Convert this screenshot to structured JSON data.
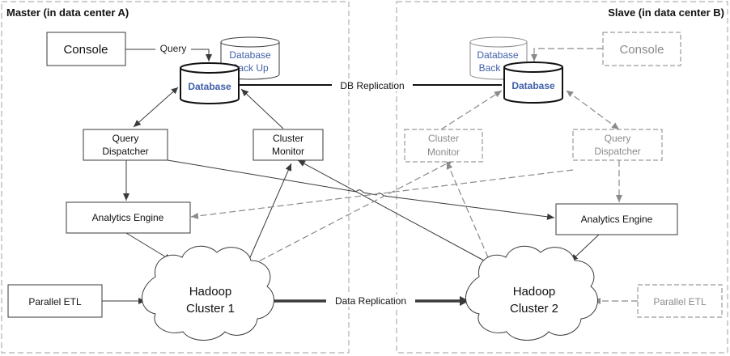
{
  "regions": {
    "master": {
      "title": "Master (in data center A)"
    },
    "slave": {
      "title": "Slave (in data center B)"
    }
  },
  "master": {
    "console": "Console",
    "database": "Database",
    "backup_line1": "Database",
    "backup_line2": "Back Up",
    "query_dispatcher_line1": "Query",
    "query_dispatcher_line2": "Dispatcher",
    "cluster_monitor_line1": "Cluster",
    "cluster_monitor_line2": "Monitor",
    "analytics_engine": "Analytics Engine",
    "hadoop_line1": "Hadoop",
    "hadoop_line2": "Cluster 1",
    "parallel_etl": "Parallel ETL"
  },
  "slave": {
    "console": "Console",
    "database": "Database",
    "backup_line1": "Database",
    "backup_line2": "Back",
    "query_dispatcher_line1": "Query",
    "query_dispatcher_line2": "Dispatcher",
    "cluster_monitor_line1": "Cluster",
    "cluster_monitor_line2": "Monitor",
    "analytics_engine": "Analytics Engine",
    "hadoop_line1": "Hadoop",
    "hadoop_line2": "Cluster 2",
    "parallel_etl": "Parallel ETL"
  },
  "edge_labels": {
    "query": "Query",
    "db_replication": "DB Replication",
    "data_replication": "Data Replication"
  },
  "colors": {
    "stroke": "#3a3a3a",
    "faded": "#9a9a9a",
    "db_text": "#3f5fa8",
    "region_border": "#b0b0b0"
  }
}
